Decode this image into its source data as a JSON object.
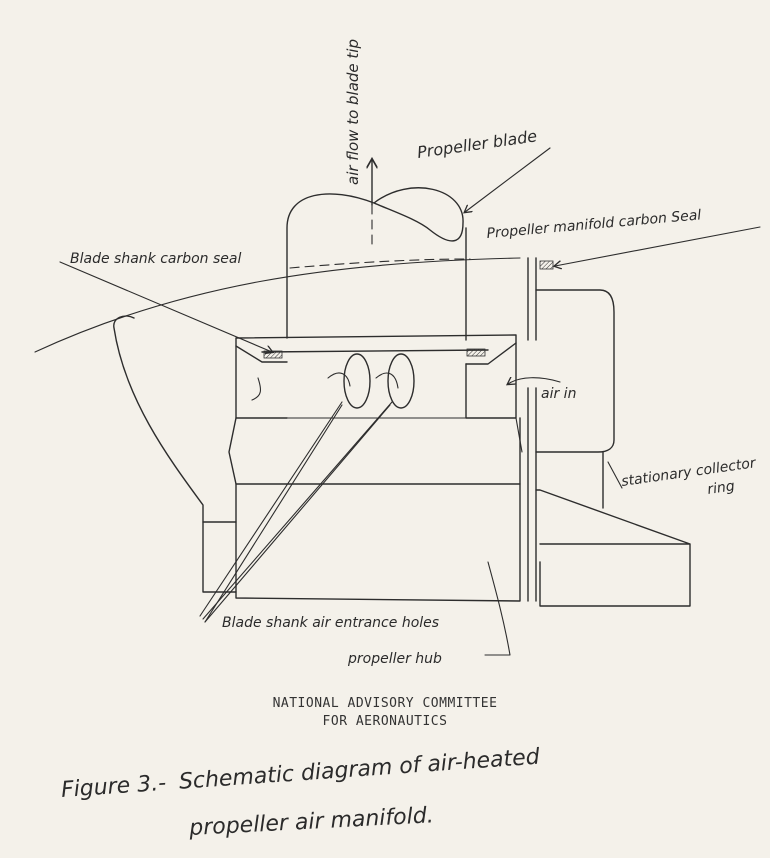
{
  "labels": {
    "air_flow": "air flow to blade tip",
    "propeller_blade": "Propeller blade",
    "manifold_seal": "Propeller manifold carbon Seal",
    "shank_seal": "Blade shank carbon seal",
    "air_in": "air in",
    "collector_line1": "stationary collector",
    "collector_line2": "ring",
    "entrance_holes": "Blade shank air entrance holes",
    "hub": "propeller hub"
  },
  "credit": {
    "line1": "NATIONAL ADVISORY COMMITTEE",
    "line2": "FOR AERONAUTICS"
  },
  "caption": {
    "figure": "Figure 3.-",
    "line1": "Schematic diagram of air-heated",
    "line2": "propeller air manifold."
  }
}
